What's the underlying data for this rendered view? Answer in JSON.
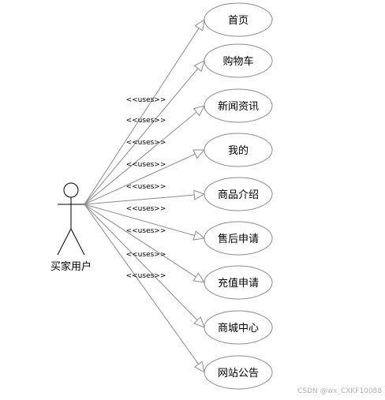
{
  "actor": {
    "label": "买家用户",
    "icon": "stick-figure-actor-icon"
  },
  "relationship_label": "<<uses>>",
  "use_cases": [
    {
      "label": "首页"
    },
    {
      "label": "购物车"
    },
    {
      "label": "新闻资讯"
    },
    {
      "label": "我的"
    },
    {
      "label": "商品介绍"
    },
    {
      "label": "售后申请"
    },
    {
      "label": "充值申请"
    },
    {
      "label": "商城中心"
    },
    {
      "label": "网站公告"
    }
  ],
  "watermark": "CSDN @wx_CXKF10088",
  "colors": {
    "line": "#8c8c8c",
    "ellipse_stroke": "#8c8c8c",
    "text": "#000000",
    "watermark": "#b4b4b4"
  }
}
